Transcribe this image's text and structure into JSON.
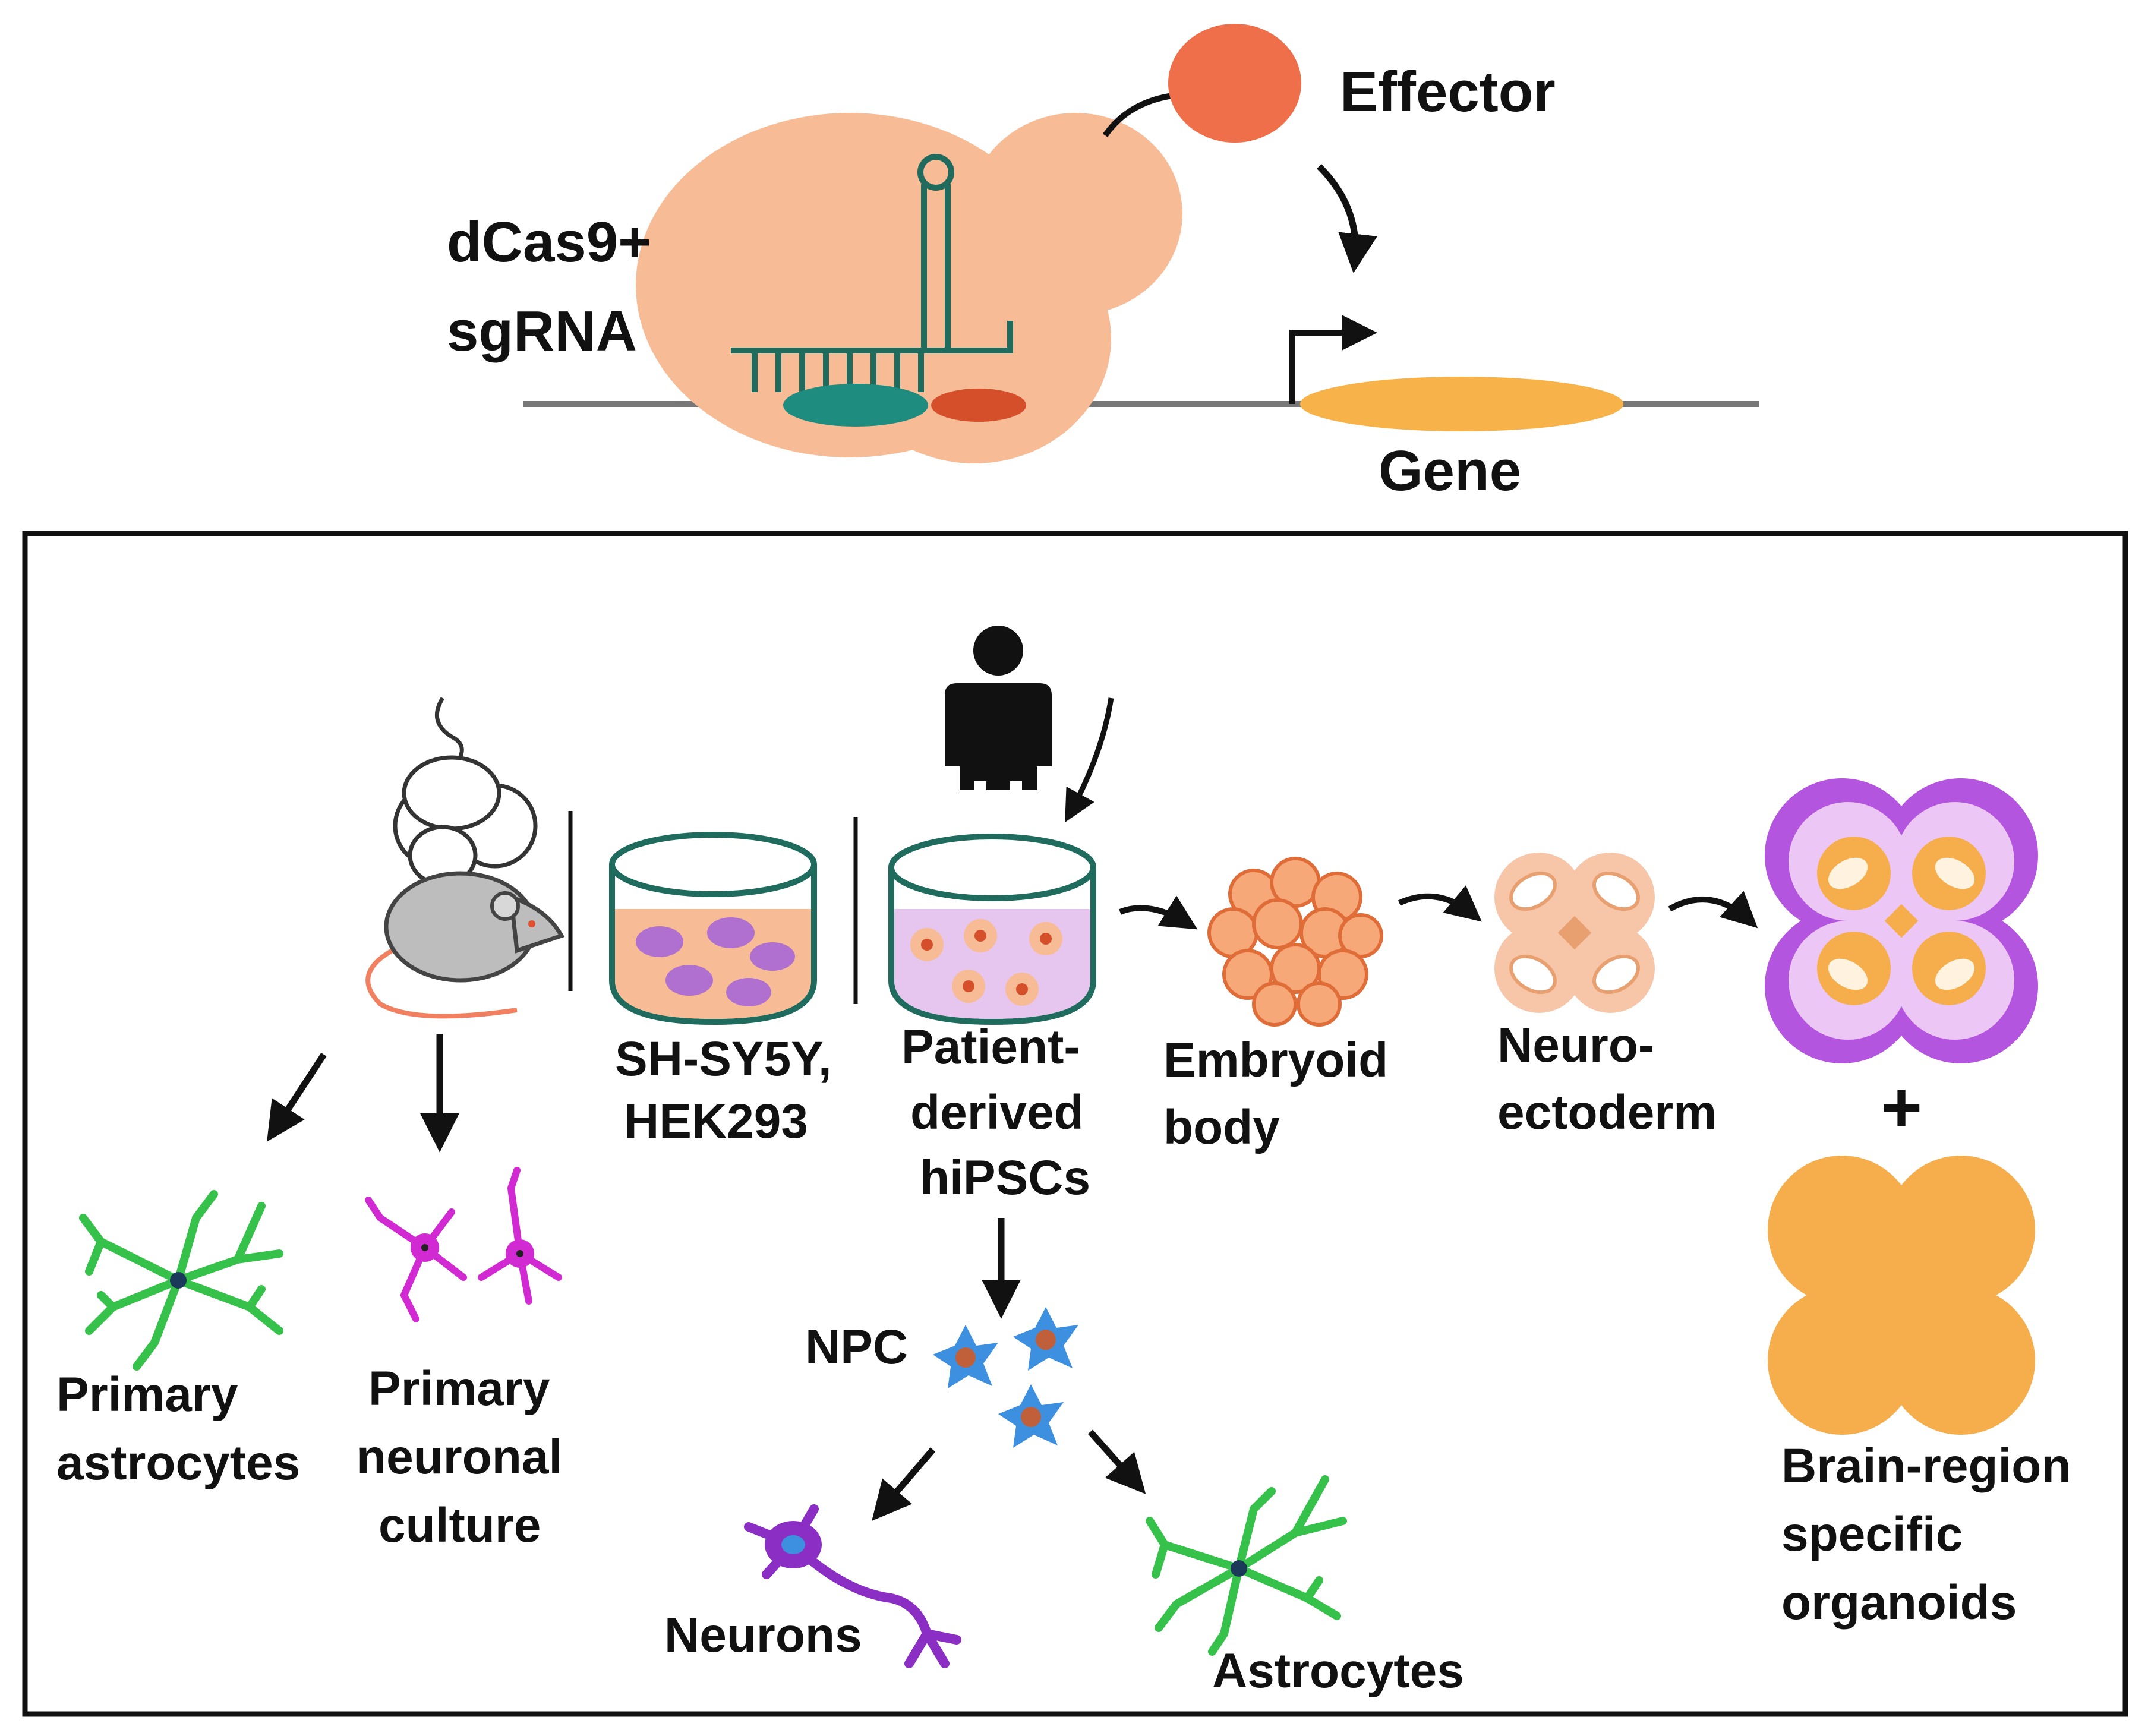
{
  "mechanism": {
    "complex_label_line1": "dCas9+",
    "complex_label_line2": "sgRNA",
    "effector_label": "Effector",
    "gene_label": "Gene"
  },
  "models": {
    "mouse_cells": {
      "astrocytes_line1": "Primary",
      "astrocytes_line2": "astrocytes",
      "neuronal_line1": "Primary",
      "neuronal_line2": "neuronal",
      "neuronal_line3": "culture"
    },
    "cell_lines": {
      "line1": "SH-SY5Y,",
      "line2": "HEK293"
    },
    "hipsc": {
      "line1": "Patient-",
      "line2": "derived",
      "line3": "hiPSCs"
    },
    "npc": {
      "label": "NPC",
      "neurons_label": "Neurons",
      "astrocytes_label": "Astrocytes"
    },
    "organoid_path": {
      "embryoid_line1": "Embryoid",
      "embryoid_line2": "body",
      "neuro_line1": "Neuro-",
      "neuro_line2": "ectoderm",
      "plus": "+",
      "organoid_line1": "Brain-region",
      "organoid_line2": "specific",
      "organoid_line3": "organoids"
    }
  },
  "colors": {
    "dcas9": "#f7bc95",
    "effector": "#ef6f4a",
    "gene": "#f7b24a",
    "sgrna": "#1f6b5e",
    "dna": "#777777",
    "astrocyte_green": "#36c24a",
    "neuron_magenta": "#d22ad2",
    "npc_blue": "#3d8fe0",
    "organoid_purple": "#b455e0",
    "organoid_orange": "#f6ae4d"
  }
}
